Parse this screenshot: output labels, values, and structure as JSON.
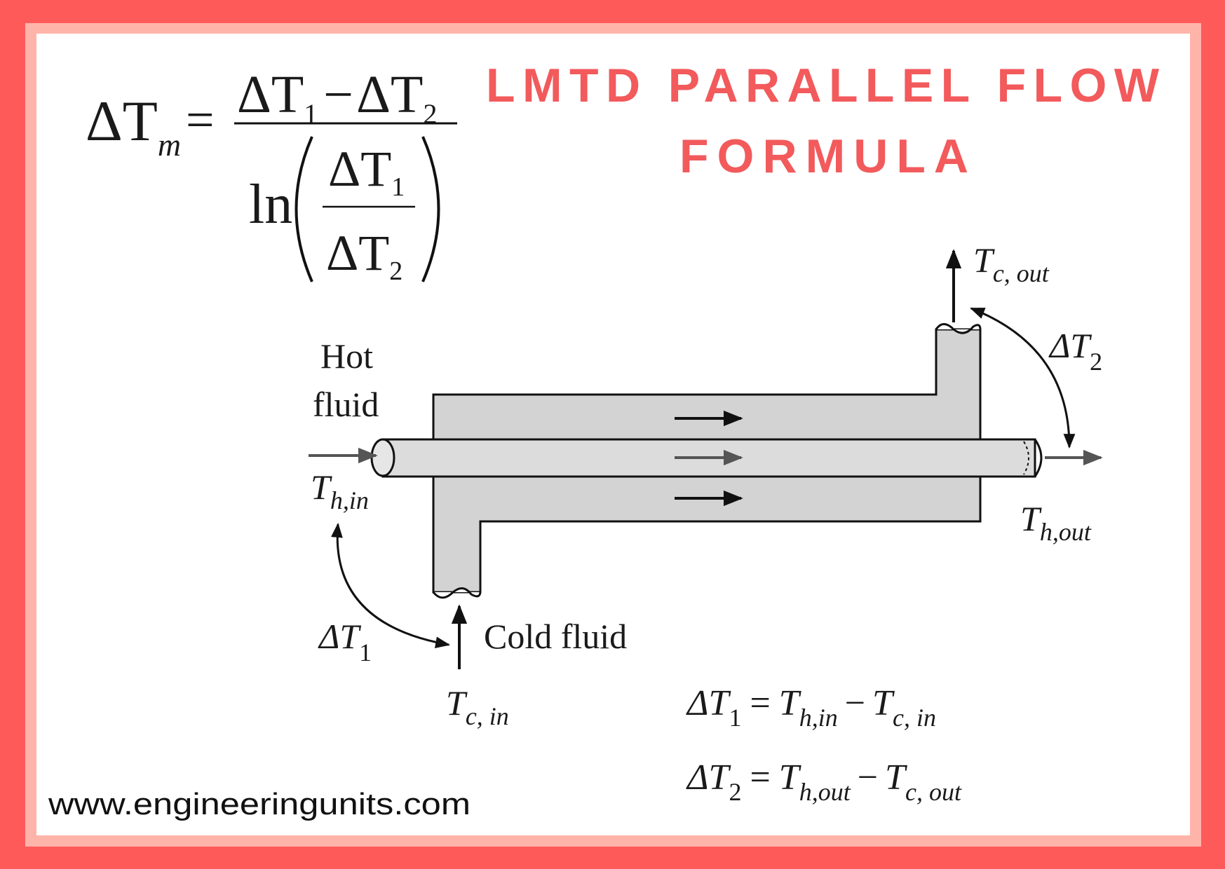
{
  "colors": {
    "border_outer": "#ff5a5a",
    "border_inner": "#ffb4aa",
    "title": "#f25a5c",
    "pipe_fill": "#d3d3d3",
    "tube_fill": "#dcdcdc"
  },
  "title": {
    "line1": "LMTD PARALLEL FLOW",
    "line2": "FORMULA"
  },
  "formula": {
    "lhs": "ΔT",
    "lhs_sub": "m",
    "equals": "=",
    "num_a": "ΔT",
    "num_a_sub": "1",
    "minus": "−",
    "num_b": "ΔT",
    "num_b_sub": "2",
    "ln": "ln",
    "den_top": "ΔT",
    "den_top_sub": "1",
    "den_bottom": "ΔT",
    "den_bottom_sub": "2"
  },
  "labels": {
    "hot_line1": "Hot",
    "hot_line2": "fluid",
    "cold": "Cold fluid",
    "t": "T",
    "h_in_sub": "h,in",
    "h_out_sub": "h,out",
    "c_in_sub": "c, in",
    "c_out_sub": "c, out",
    "delta_t": "ΔT",
    "one": "1",
    "two": "2"
  },
  "equations": {
    "eq1": {
      "lhs": "ΔT",
      "lhs_sub": "1",
      "eq": "=",
      "a": "T",
      "a_sub": "h,in",
      "minus": "−",
      "b": "T",
      "b_sub": "c, in"
    },
    "eq2": {
      "lhs": "ΔT",
      "lhs_sub": "2",
      "eq": "=",
      "a": "T",
      "a_sub": "h,out",
      "minus": "−",
      "b": "T",
      "b_sub": "c, out"
    }
  },
  "website": "www.engineeringunits.com"
}
